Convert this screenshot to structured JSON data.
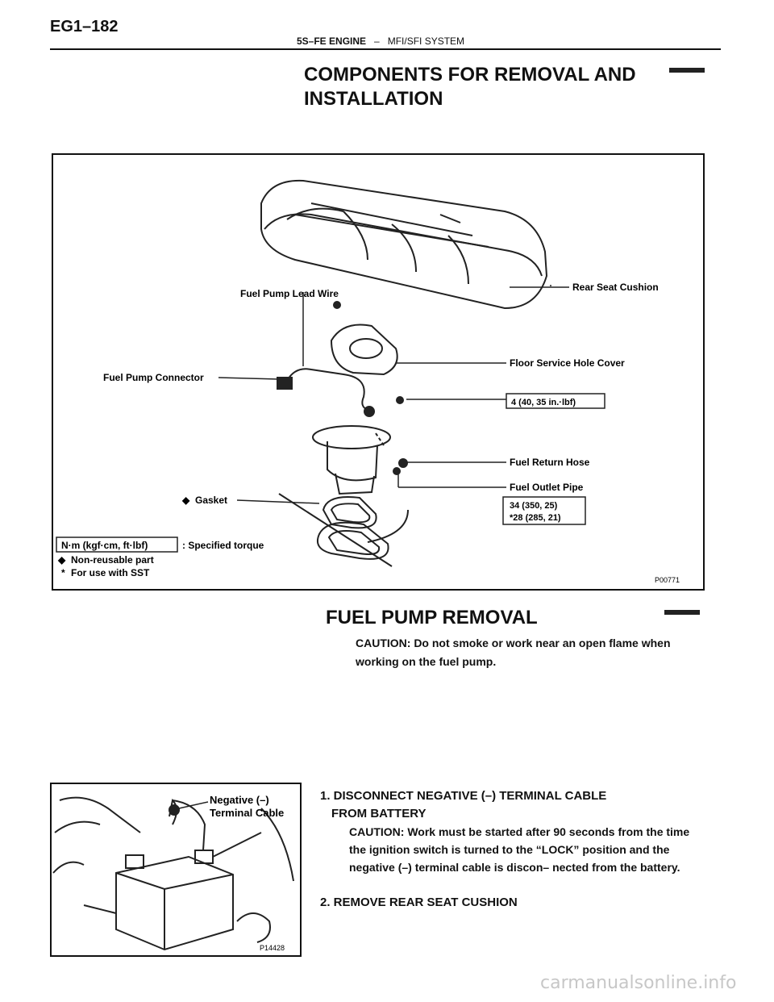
{
  "header": {
    "page_number": "EG1–182",
    "section": "5S–FE ENGINE",
    "separator": "–",
    "subsection": "MFI/SFI SYSTEM"
  },
  "components": {
    "title": "COMPONENTS FOR REMOVAL AND INSTALLATION",
    "figure": {
      "labels": {
        "rear_seat_cushion": "Rear Seat Cushion",
        "fuel_pump_lead_wire": "Fuel Pump Lead Wire",
        "floor_service_hole_cover": "Floor Service Hole Cover",
        "fuel_pump_connector": "Fuel Pump Connector",
        "torque_cover": "4 (40, 35 in.·lbf)",
        "fuel_return_hose": "Fuel Return Hose",
        "fuel_outlet_pipe": "Fuel Outlet Pipe",
        "torque_outlet_1": "34 (350, 25)",
        "torque_outlet_2": "*28 (285, 21)",
        "gasket": "Gasket",
        "legend_unit": "N·m (kgf·cm, ft·lbf)",
        "legend_specified": ": Specified torque",
        "legend_nonreusable": "Non-reusable part",
        "legend_sst": "For use with SST",
        "figure_code": "P00771"
      }
    }
  },
  "removal": {
    "title": "FUEL PUMP REMOVAL",
    "caution": "CAUTION: Do not smoke or work near an open flame when working on the fuel pump.",
    "step1_line1": "1. DISCONNECT NEGATIVE (–) TERMINAL CABLE",
    "step1_line2": "FROM BATTERY",
    "step1_caution": "CAUTION: Work must be started after 90 seconds from the time the ignition switch is turned to the “LOCK” position and the negative (–) terminal cable is discon– nected from the battery.",
    "step2": "2. REMOVE REAR SEAT CUSHION",
    "figure": {
      "label_line1": "Negative (–)",
      "label_line2": "Terminal Cable",
      "figure_code": "P14428"
    }
  },
  "watermark": "carmanualsonline.info"
}
